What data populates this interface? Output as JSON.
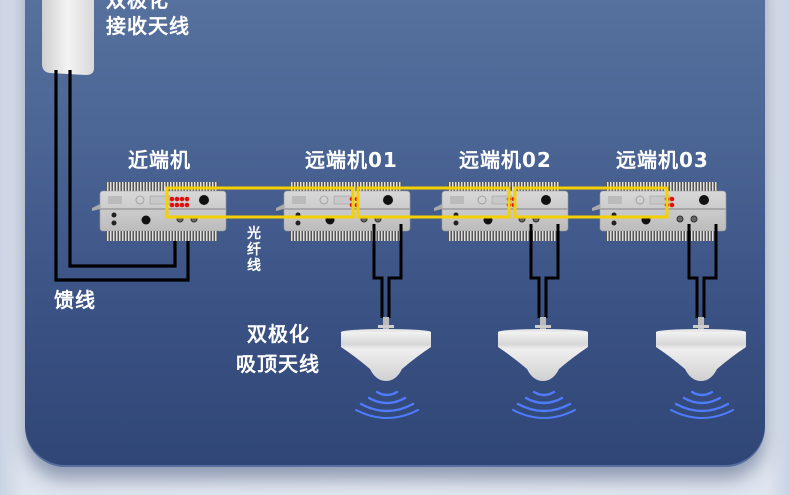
{
  "donor_antenna": {
    "label_line1": "双极化",
    "label_line2": "接收天线"
  },
  "feeder_label": "馈线",
  "fiber_label": "光纤线",
  "units": [
    {
      "label": "近端机",
      "type": "master"
    },
    {
      "label": "远端机01",
      "type": "remote"
    },
    {
      "label": "远端机02",
      "type": "remote"
    },
    {
      "label": "远端机03",
      "type": "remote"
    }
  ],
  "ceiling_antenna": {
    "label_line1": "双极化",
    "label_line2": "吸顶天线",
    "count": 3
  },
  "colors": {
    "panel_top": "#5a74a0",
    "panel_bottom": "#2f4676",
    "fiber": "#f5d000",
    "feeder": "#000000",
    "signal_waves": "#4f7cff",
    "fiber_port": "#e01010"
  }
}
